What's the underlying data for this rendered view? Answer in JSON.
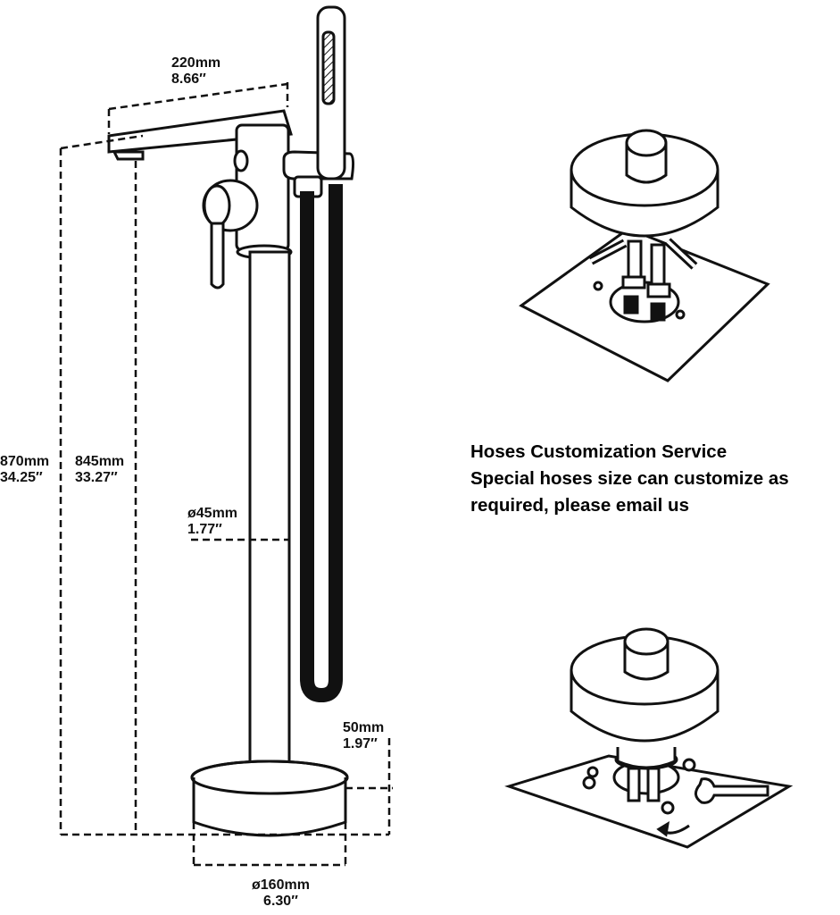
{
  "dimensions": {
    "spout_length": {
      "metric": "220mm",
      "imperial": "8.66″"
    },
    "total_height": {
      "metric": "870mm",
      "imperial": "34.25″"
    },
    "spout_height": {
      "metric": "845mm",
      "imperial": "33.27″"
    },
    "pipe_diameter": {
      "metric": "ø45mm",
      "imperial": "1.77″"
    },
    "base_height": {
      "metric": "50mm",
      "imperial": "1.97″"
    },
    "base_diameter": {
      "metric": "ø160mm",
      "imperial": "6.30″"
    }
  },
  "notice": {
    "line1": "Hoses Customization Service",
    "line2": "Special hoses size can customize as",
    "line3": "required, please email us"
  }
}
